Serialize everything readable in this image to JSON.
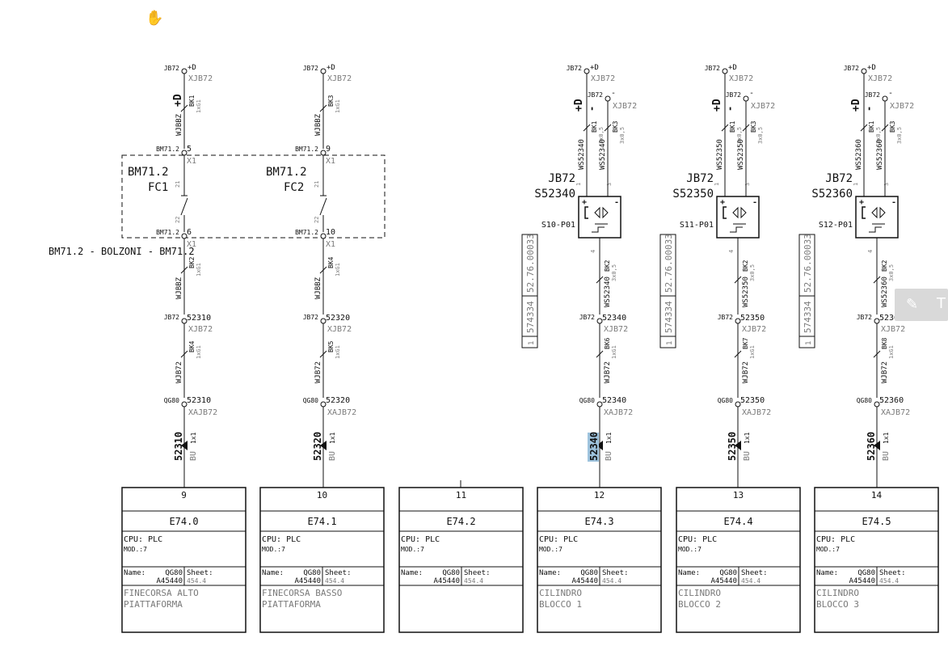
{
  "cursor_icon": "hand-cursor-icon",
  "side_tool": {
    "icon": "pencil-icon",
    "letter": "T"
  },
  "group_box": {
    "left_name": "BM71.2",
    "left_code": "FC1",
    "right_name": "BM71.2",
    "right_code": "FC2",
    "caption": "BM71.2 - BOLZONI - BM71.2"
  },
  "switch_circuits": [
    {
      "col": "9",
      "top_tag": "JB72",
      "top_pin": "+D",
      "top_conn": "XJB72",
      "upper_cable": "WJBBZ",
      "upper_core": "BK1",
      "upper_size": "1xG1",
      "wire_mark": "+D",
      "sw_top_tag": "BM71.2",
      "sw_top_pin": "5",
      "sw_top_conn": "X1",
      "sw_pin_a": "21",
      "sw_pin_b": "22",
      "sw_bot_tag": "BM71.2",
      "sw_bot_pin": "6",
      "sw_bot_conn": "X1",
      "mid_cable": "WJBBZ",
      "mid_core": "BK2",
      "mid_size": "1xG1",
      "jb_tag": "JB72",
      "jb_pin": "52310",
      "jb_conn": "XJB72",
      "low_cable": "WJB72",
      "low_core": "BK4",
      "low_size": "1xG1",
      "qg_tag": "QG80",
      "qg_pin": "52310",
      "qg_conn": "XAJB72",
      "wire_no": "52310",
      "bu": "BU",
      "bu_size": "1x1"
    },
    {
      "col": "10",
      "top_tag": "JB72",
      "top_pin": "+D",
      "top_conn": "XJB72",
      "upper_cable": "WJBBZ",
      "upper_core": "BK3",
      "upper_size": "1xG1",
      "wire_mark": "",
      "sw_top_tag": "BM71.2",
      "sw_top_pin": "9",
      "sw_top_conn": "X1",
      "sw_pin_a": "21",
      "sw_pin_b": "22",
      "sw_bot_tag": "BM71.2",
      "sw_bot_pin": "10",
      "sw_bot_conn": "X1",
      "mid_cable": "WJBBZ",
      "mid_core": "BK4",
      "mid_size": "1xG1",
      "jb_tag": "JB72",
      "jb_pin": "52320",
      "jb_conn": "XJB72",
      "low_cable": "WJB72",
      "low_core": "BK5",
      "low_size": "1xG1",
      "qg_tag": "QG80",
      "qg_pin": "52320",
      "qg_conn": "XAJB72",
      "wire_no": "52320",
      "bu": "BU",
      "bu_size": "1x1"
    }
  ],
  "sensor_circuits": [
    {
      "col": "12",
      "top_tag": "JB72",
      "top_pin": "+D",
      "top_conn": "XJB72",
      "neg_tag": "JB72",
      "neg_pin": "-",
      "neg_conn": "XJB72",
      "wire_mark": "+D",
      "wire_mark_neg": "-",
      "cable_a": "WS52340",
      "core_a": "BK1",
      "size_a": "3x0,5",
      "cable_b": "WS52340",
      "core_b": "BK3",
      "size_b": "3x0,5",
      "pin_a": "1",
      "pin_b": "3",
      "sensor_box": "JB72",
      "sensor_id": "S52340",
      "sensor_sub": "S10-P01",
      "ref_a": "52.76.00033",
      "ref_b": "574334",
      "ref_c": "1",
      "out_pin": "4",
      "out_cable": "WS52340",
      "out_core": "BK2",
      "out_size": "3x0,5",
      "jb_tag": "JB72",
      "jb_pin": "52340",
      "jb_conn": "XJB72",
      "low_cable": "WJB72",
      "low_core": "BK6",
      "low_size": "1xG1",
      "qg_tag": "QG80",
      "qg_pin": "52340",
      "qg_conn": "XAJB72",
      "wire_no": "52340",
      "bu": "BU",
      "bu_size": "1x1",
      "highlight": true
    },
    {
      "col": "13",
      "top_tag": "JB72",
      "top_pin": "+D",
      "top_conn": "XJB72",
      "neg_tag": "JB72",
      "neg_pin": "-",
      "neg_conn": "XJB72",
      "wire_mark": "+D",
      "wire_mark_neg": "-",
      "cable_a": "WS52350",
      "core_a": "BK1",
      "size_a": "3x0,5",
      "cable_b": "WS52350",
      "core_b": "BK3",
      "size_b": "3x0,5",
      "pin_a": "1",
      "pin_b": "3",
      "sensor_box": "JB72",
      "sensor_id": "S52350",
      "sensor_sub": "S11-P01",
      "ref_a": "52.76.00033",
      "ref_b": "574334",
      "ref_c": "1",
      "out_pin": "4",
      "out_cable": "WS52350",
      "out_core": "BK2",
      "out_size": "3x0,5",
      "jb_tag": "JB72",
      "jb_pin": "52350",
      "jb_conn": "XJB72",
      "low_cable": "WJB72",
      "low_core": "BK7",
      "low_size": "1xG1",
      "qg_tag": "QG80",
      "qg_pin": "52350",
      "qg_conn": "XAJB72",
      "wire_no": "52350",
      "bu": "BU",
      "bu_size": "1x1",
      "highlight": false
    },
    {
      "col": "14",
      "top_tag": "JB72",
      "top_pin": "+D",
      "top_conn": "XJB72",
      "neg_tag": "JB72",
      "neg_pin": "-",
      "neg_conn": "XJB72",
      "wire_mark": "+D",
      "wire_mark_neg": "-",
      "cable_a": "WS52360",
      "core_a": "BK1",
      "size_a": "3x0,5",
      "cable_b": "WS52360",
      "core_b": "BK3",
      "size_b": "3x0,5",
      "pin_a": "1",
      "pin_b": "3",
      "sensor_box": "JB72",
      "sensor_id": "S52360",
      "sensor_sub": "S12-P01",
      "ref_a": "52.76.00033",
      "ref_b": "574334",
      "ref_c": "1",
      "out_pin": "4",
      "out_cable": "WS52360",
      "out_core": "BK2",
      "out_size": "3x0,5",
      "jb_tag": "JB72",
      "jb_pin": "52360",
      "jb_conn": "XJB72",
      "low_cable": "WJB72",
      "low_core": "BK8",
      "low_size": "1xG1",
      "qg_tag": "QG80",
      "qg_pin": "52360",
      "qg_conn": "XAJB72",
      "wire_no": "52360",
      "bu": "BU",
      "bu_size": "1x1",
      "highlight": false
    }
  ],
  "plc_boxes": [
    {
      "col": "9",
      "addr": "E74.0",
      "cpu": "CPU: PLC",
      "mod": "MOD.:7",
      "name_label": "Name:",
      "name_val": "QG80",
      "name_sub": "A45440",
      "sheet_label": "Sheet:",
      "sheet_val": "454.4",
      "desc1": "FINECORSA ALTO",
      "desc2": "PIATTAFORMA"
    },
    {
      "col": "10",
      "addr": "E74.1",
      "cpu": "CPU: PLC",
      "mod": "MOD.:7",
      "name_label": "Name:",
      "name_val": "QG80",
      "name_sub": "A45440",
      "sheet_label": "Sheet:",
      "sheet_val": "454.4",
      "desc1": "FINECORSA BASSO",
      "desc2": "PIATTAFORMA"
    },
    {
      "col": "11",
      "addr": "E74.2",
      "cpu": "CPU: PLC",
      "mod": "MOD.:7",
      "name_label": "Name:",
      "name_val": "QG80",
      "name_sub": "A45440",
      "sheet_label": "Sheet:",
      "sheet_val": "454.4",
      "desc1": "",
      "desc2": ""
    },
    {
      "col": "12",
      "addr": "E74.3",
      "cpu": "CPU: PLC",
      "mod": "MOD.:7",
      "name_label": "Name:",
      "name_val": "QG80",
      "name_sub": "A45440",
      "sheet_label": "Sheet:",
      "sheet_val": "454.4",
      "desc1": "CILINDRO",
      "desc2": "BLOCCO 1"
    },
    {
      "col": "13",
      "addr": "E74.4",
      "cpu": "CPU: PLC",
      "mod": "MOD.:7",
      "name_label": "Name:",
      "name_val": "QG80",
      "name_sub": "A45440",
      "sheet_label": "Sheet:",
      "sheet_val": "454.4",
      "desc1": "CILINDRO",
      "desc2": "BLOCCO 2"
    },
    {
      "col": "14",
      "addr": "E74.5",
      "cpu": "CPU: PLC",
      "mod": "MOD.:7",
      "name_label": "Name:",
      "name_val": "QG80",
      "name_sub": "A45440",
      "sheet_label": "Sheet:",
      "sheet_val": "454.4",
      "desc1": "CILINDRO",
      "desc2": "BLOCCO 3"
    }
  ],
  "colors": {
    "ink": "#111111",
    "grey_text": "#7a7a7a",
    "highlight": "#9ec3dd",
    "tool_bg": "#d9d9d9"
  }
}
